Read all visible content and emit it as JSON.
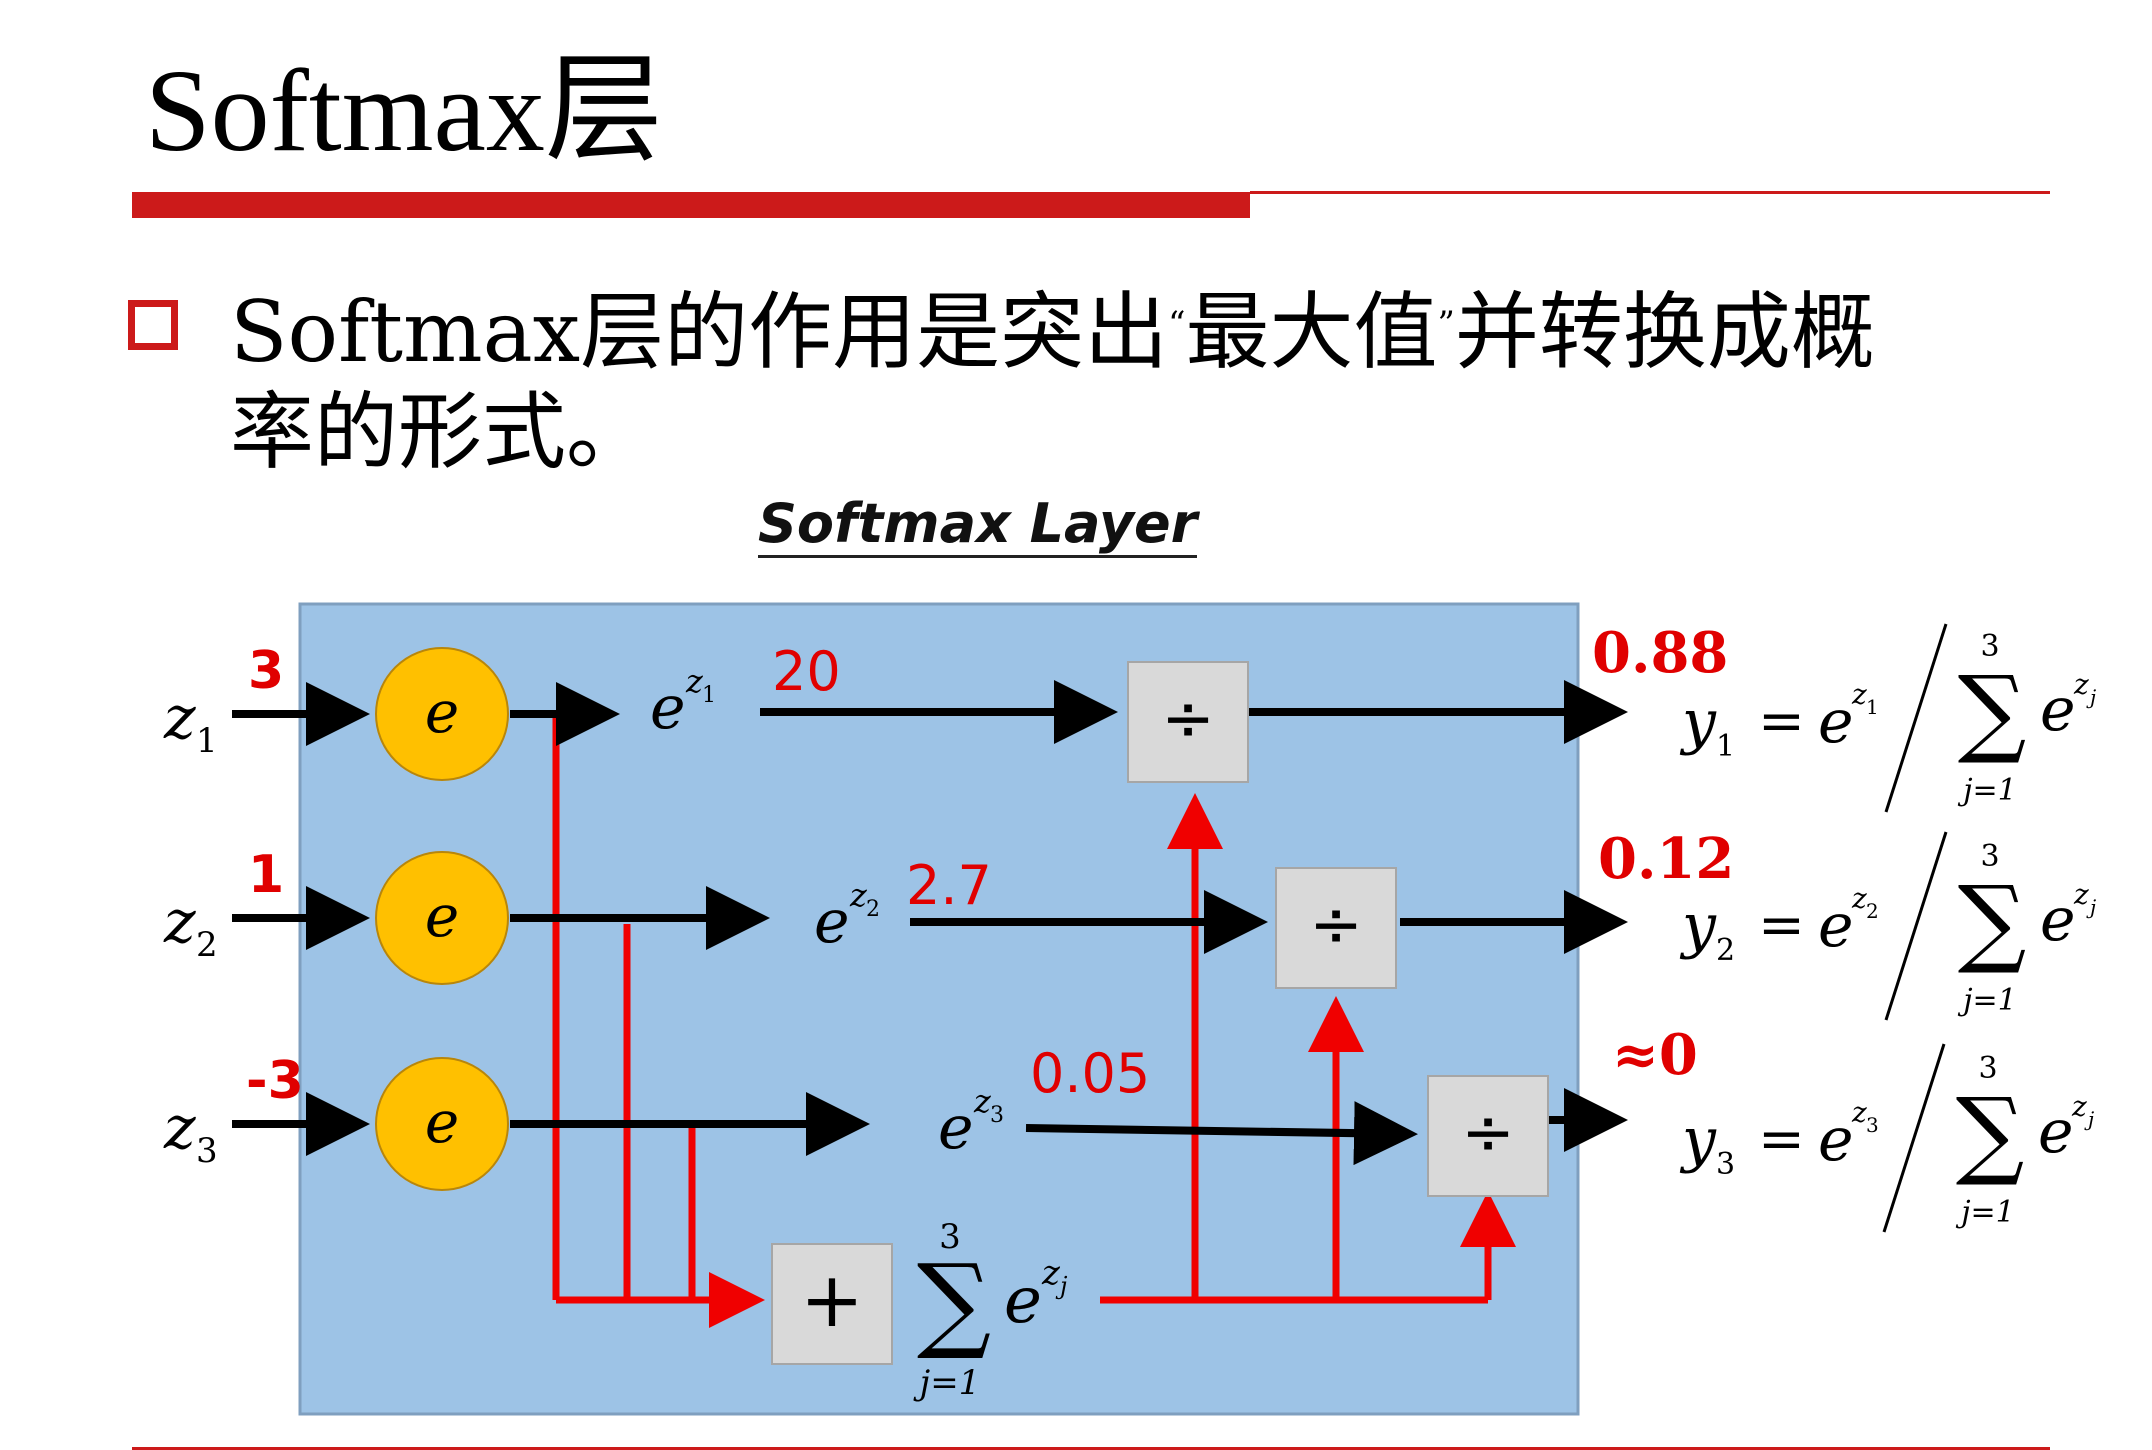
{
  "slide": {
    "title": "Softmax层",
    "bullet": {
      "line1_a": "Softmax层的作用是突出",
      "q_open": "“",
      "line1_b": "最大值",
      "q_close": "”",
      "line1_c": "并转换成概",
      "line2": "率的形式。"
    }
  },
  "diagram": {
    "title": "Softmax Layer",
    "inputs": [
      {
        "var": "z",
        "sub": "1",
        "value": "3"
      },
      {
        "var": "z",
        "sub": "2",
        "value": "1"
      },
      {
        "var": "z",
        "sub": "3",
        "value": "-3"
      }
    ],
    "exp_node_label": "e",
    "exp_terms": [
      {
        "base": "e",
        "exp_var": "z",
        "exp_sub": "1",
        "value": "20"
      },
      {
        "base": "e",
        "exp_var": "z",
        "exp_sub": "2",
        "value": "2.7"
      },
      {
        "base": "e",
        "exp_var": "z",
        "exp_sub": "3",
        "value": "0.05"
      }
    ],
    "divide_symbol": "÷",
    "sum_node": {
      "symbol": "+",
      "sigma": "∑",
      "upper": "3",
      "lower": "j=1",
      "base": "e",
      "exp_var": "z",
      "exp_sub": "j"
    },
    "outputs": [
      {
        "value": "0.88",
        "y": "y",
        "sub": "1",
        "eq": "=",
        "num_sub": "1",
        "upper": "3",
        "lower": "j=1",
        "sigma": "∑"
      },
      {
        "value": "0.12",
        "y": "y",
        "sub": "2",
        "eq": "=",
        "num_sub": "2",
        "upper": "3",
        "lower": "j=1",
        "sigma": "∑"
      },
      {
        "value": "≈0",
        "y": "y",
        "sub": "3",
        "eq": "=",
        "num_sub": "3",
        "upper": "3",
        "lower": "j=1",
        "sigma": "∑"
      }
    ]
  },
  "colors": {
    "accent_red": "#cc1a1a",
    "arrow_red": "#f00000",
    "panel_blue": "#9dc3e6",
    "node_yellow": "#ffc000",
    "op_box_gray": "#d9d9d9"
  }
}
